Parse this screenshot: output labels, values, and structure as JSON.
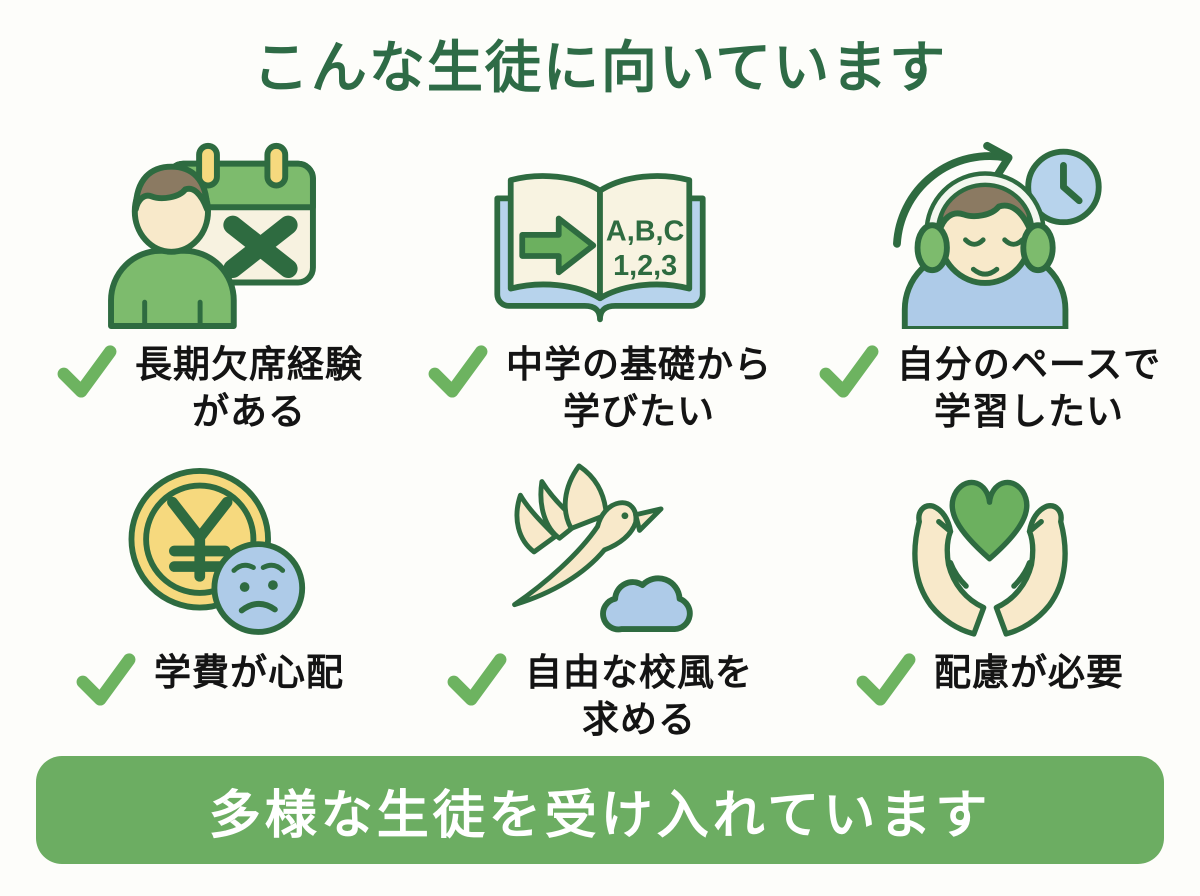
{
  "title": "こんな生徒に向いています",
  "items": [
    {
      "icon": "absent-student-calendar-icon",
      "line1": "長期欠席経験",
      "line2": "がある"
    },
    {
      "icon": "basics-textbook-icon",
      "line1": "中学の基礎から",
      "line2": "学びたい",
      "book_top": "A,B,C",
      "book_bottom": "1,2,3"
    },
    {
      "icon": "own-pace-headphones-icon",
      "line1": "自分のペースで",
      "line2": "学習したい"
    },
    {
      "icon": "tuition-yen-worry-icon",
      "line1": "学費が心配",
      "line2": ""
    },
    {
      "icon": "freedom-dove-icon",
      "line1": "自由な校風を",
      "line2": "求める"
    },
    {
      "icon": "care-hands-heart-icon",
      "line1": "配慮が必要",
      "line2": ""
    }
  ],
  "banner": {
    "label": "多様な生徒を受け入れています"
  },
  "colors": {
    "title_green": "#2e6b46",
    "check_green": "#6db360",
    "banner_green": "#6cad62",
    "banner_text": "#ffffff",
    "outline_green": "#2e6b40",
    "icon_green": "#7dbb6d",
    "accent_green": "#6cb05f",
    "cream": "#f7f2e0",
    "yellow": "#f6d97e",
    "blue": "#aecbe8",
    "book_blue": "#b7d3ec",
    "skin": "#f8e9ca",
    "hair_brown": "#8b7a62",
    "caption_text": "#141414",
    "background": "#fdfdfa"
  }
}
